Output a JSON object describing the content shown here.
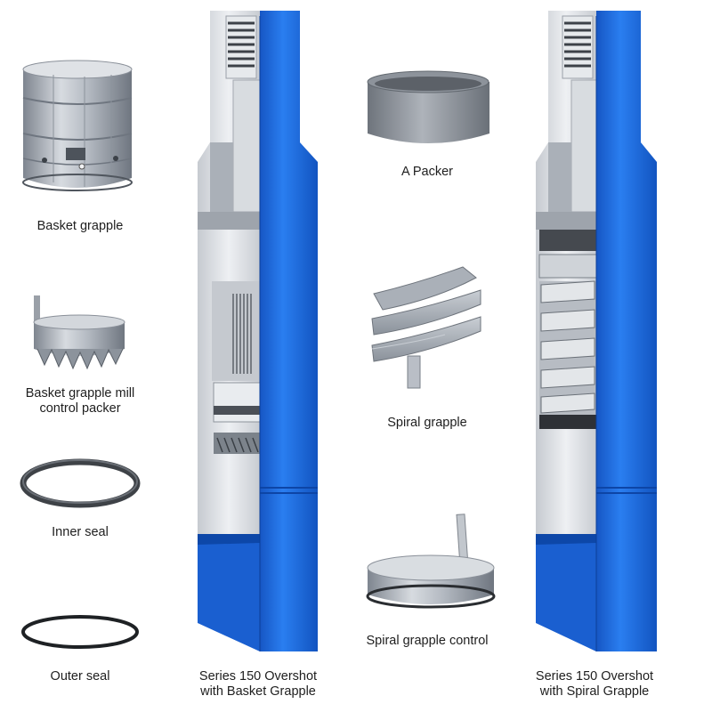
{
  "components": {
    "basket_grapple": "Basket grapple",
    "basket_grapple_mill_control_packer": "Basket grapple mill\ncontrol packer",
    "inner_seal": "Inner seal",
    "outer_seal": "Outer seal",
    "a_packer": "A Packer",
    "spiral_grapple": "Spiral grapple",
    "spiral_grapple_control": "Spiral grapple  control"
  },
  "assemblies": {
    "basket": "Series 150 Overshot\nwith Basket Grapple",
    "spiral": "Series 150 Overshot\nwith Spiral Grapple"
  },
  "colors": {
    "body_blue": "#1f6fe0",
    "body_blue_dark": "#0f4fb8",
    "steel": "#b9bec6",
    "steel_dark": "#7d848e",
    "seal_dark": "#3a3d42"
  }
}
